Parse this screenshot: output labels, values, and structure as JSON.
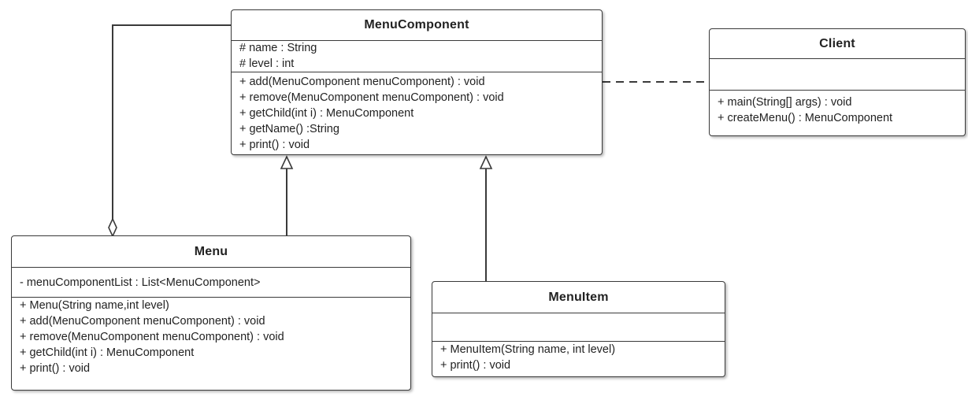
{
  "classes": {
    "menu_component": {
      "name": "MenuComponent",
      "attributes": [
        "# name : String",
        "# level : int"
      ],
      "operations": [
        "+ add(MenuComponent menuComponent) : void",
        "+ remove(MenuComponent menuComponent) : void",
        "+ getChild(int i) : MenuComponent",
        "+ getName() :String",
        "+ print() : void"
      ]
    },
    "client": {
      "name": "Client",
      "attributes": [],
      "operations": [
        "+ main(String[] args) : void",
        "+ createMenu() : MenuComponent"
      ]
    },
    "menu": {
      "name": "Menu",
      "attributes": [
        "- menuComponentList : List<MenuComponent>"
      ],
      "operations": [
        "+ Menu(String name,int level)",
        "+ add(MenuComponent menuComponent) : void",
        "+ remove(MenuComponent menuComponent) : void",
        "+ getChild(int i) : MenuComponent",
        "+ print() : void"
      ]
    },
    "menu_item": {
      "name": "MenuItem",
      "attributes": [],
      "operations": [
        "+ MenuItem(String name, int level)",
        "+ print() : void"
      ]
    }
  },
  "relationships": [
    {
      "type": "generalization",
      "from": "Menu",
      "to": "MenuComponent"
    },
    {
      "type": "generalization",
      "from": "MenuItem",
      "to": "MenuComponent"
    },
    {
      "type": "aggregation",
      "whole": "Menu",
      "part": "MenuComponent"
    },
    {
      "type": "dependency",
      "from": "Client",
      "to": "MenuComponent"
    }
  ],
  "colors": {
    "line": "#3a3a3a",
    "background": "#ffffff",
    "text": "#222222"
  }
}
